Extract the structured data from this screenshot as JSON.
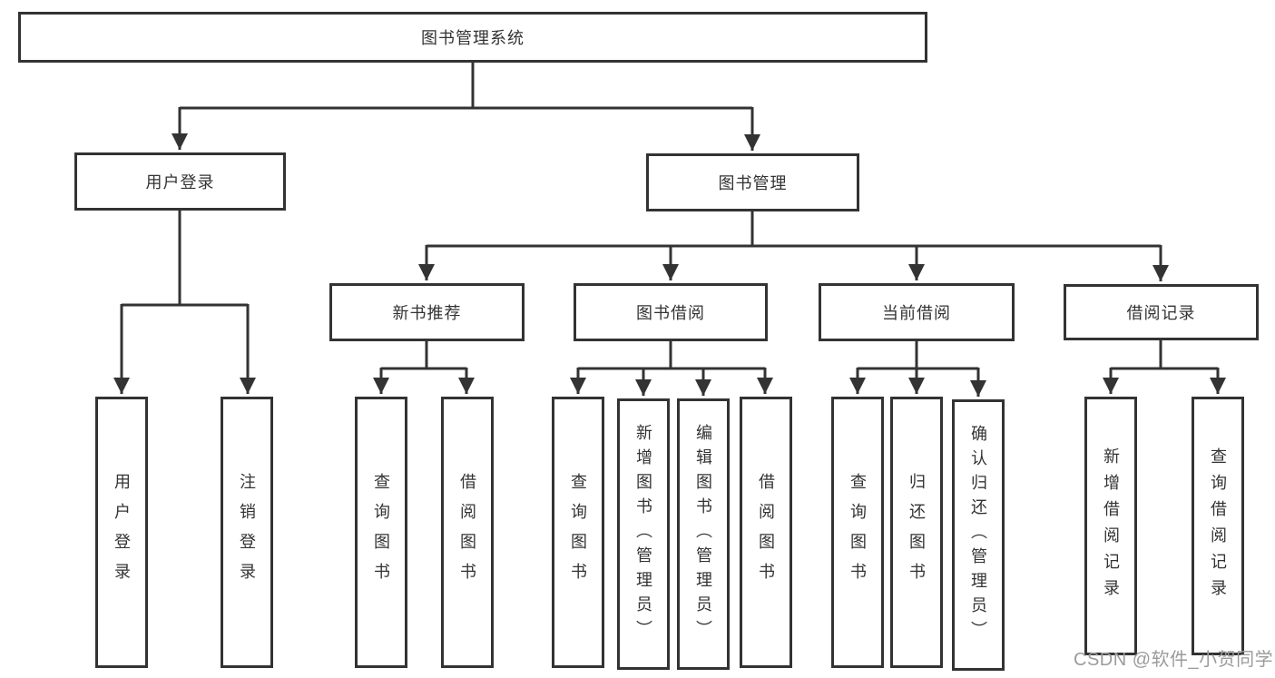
{
  "diagram": {
    "root": {
      "label": "图书管理系统"
    },
    "branches": {
      "user_login": {
        "label": "用户登录",
        "leaves": [
          "用户登录",
          "注销登录"
        ]
      },
      "book_mgmt": {
        "label": "图书管理",
        "sections": {
          "new_books": {
            "label": "新书推荐",
            "leaves": [
              "查询图书",
              "借阅图书"
            ]
          },
          "book_borrow": {
            "label": "图书借阅",
            "leaves": [
              "查询图书",
              "新增图书（管理员）",
              "编辑图书（管理员）",
              "借阅图书"
            ]
          },
          "current_borrow": {
            "label": "当前借阅",
            "leaves": [
              "查询图书",
              "归还图书",
              "确认归还（管理员）"
            ]
          },
          "borrow_records": {
            "label": "借阅记录",
            "leaves": [
              "新增借阅记录",
              "查询借阅记录"
            ]
          }
        }
      }
    },
    "watermark": "CSDN @软件_小贺同学"
  },
  "colors": {
    "line": "#333333",
    "text": "#333333",
    "watermark": "#9b9b9b",
    "background": "#ffffff"
  }
}
